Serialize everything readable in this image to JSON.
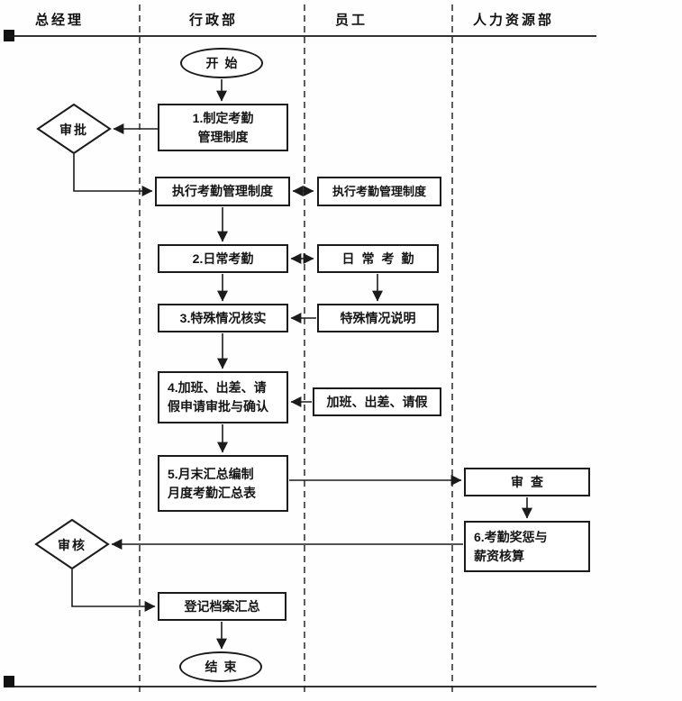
{
  "lanes": [
    {
      "label": "总经理"
    },
    {
      "label": "行政部"
    },
    {
      "label": "员工"
    },
    {
      "label": "人力资源部"
    }
  ],
  "nodes": {
    "start": "开始",
    "approve": "审批",
    "establish": "1.制定考勤\n管理制度",
    "exec_admin": "执行考勤管理制度",
    "exec_emp": "执行考勤管理制度",
    "daily_admin": "2.日常考勤",
    "daily_emp": "日常考勤",
    "verify": "3.特殊情况核实",
    "explain": "特殊情况说明",
    "approve_requests": "4.加班、出差、请\n假申请审批与确认",
    "requests": "加班、出差、请假",
    "summary": "5.月末汇总编制\n月度考勤汇总表",
    "review": "审查",
    "reward": "6.考勤奖惩与\n薪资核算",
    "audit": "审核",
    "register": "登记档案汇总",
    "end": "结束"
  }
}
